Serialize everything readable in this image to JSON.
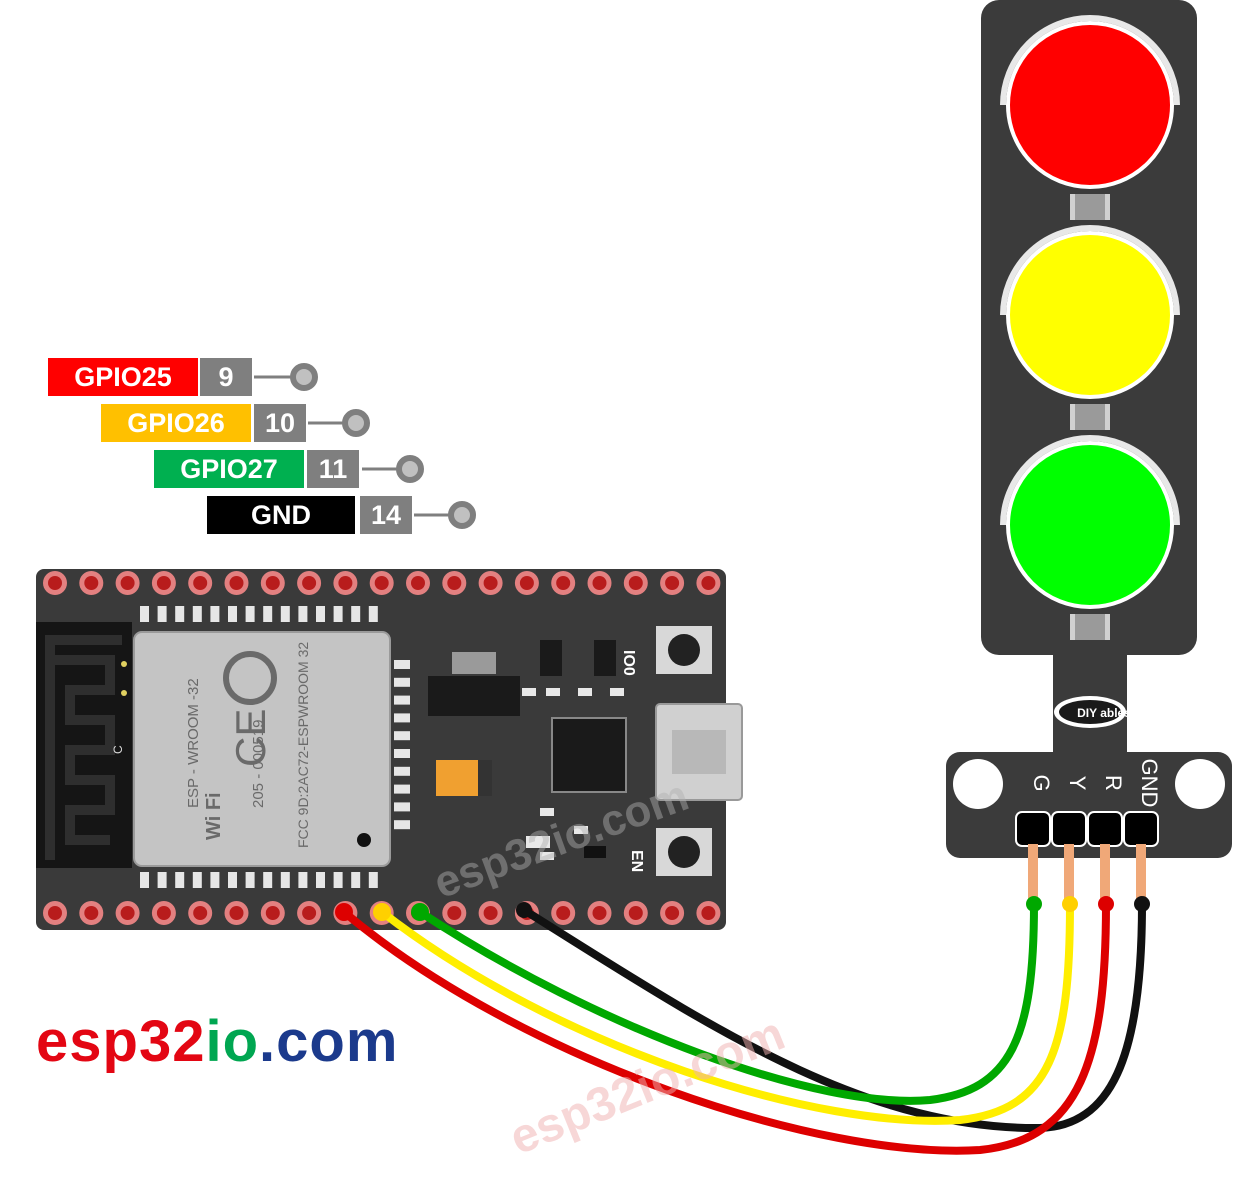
{
  "pin_labels": [
    {
      "name": "GPIO25",
      "number": "9",
      "color": "#ff0000"
    },
    {
      "name": "GPIO26",
      "number": "10",
      "color": "#ffc000"
    },
    {
      "name": "GPIO27",
      "number": "11",
      "color": "#00b050"
    },
    {
      "name": "GND",
      "number": "14",
      "color": "#000000"
    }
  ],
  "board": {
    "module_text": [
      "ESP - WROOM -32",
      "205 - 000519",
      "FCC 9D:2AC72-ESPWROOM 32"
    ],
    "wifi_text": "Wi Fi",
    "button_io0": "IO0",
    "button_en": "EN",
    "antenna_mark": "C",
    "board_color": "#3a3a3a"
  },
  "traffic_light": {
    "pins": [
      "G",
      "Y",
      "R",
      "GND"
    ],
    "logo": "DIY ables",
    "lights": [
      "red",
      "yellow",
      "green"
    ]
  },
  "wires": [
    {
      "color": "#ff0000"
    },
    {
      "color": "#ffff00"
    },
    {
      "color": "#00b000"
    },
    {
      "color": "#000000"
    }
  ],
  "watermark": "esp32io.com",
  "brand": {
    "part1": "esp32",
    "part2": "io",
    "part3": ".com"
  }
}
